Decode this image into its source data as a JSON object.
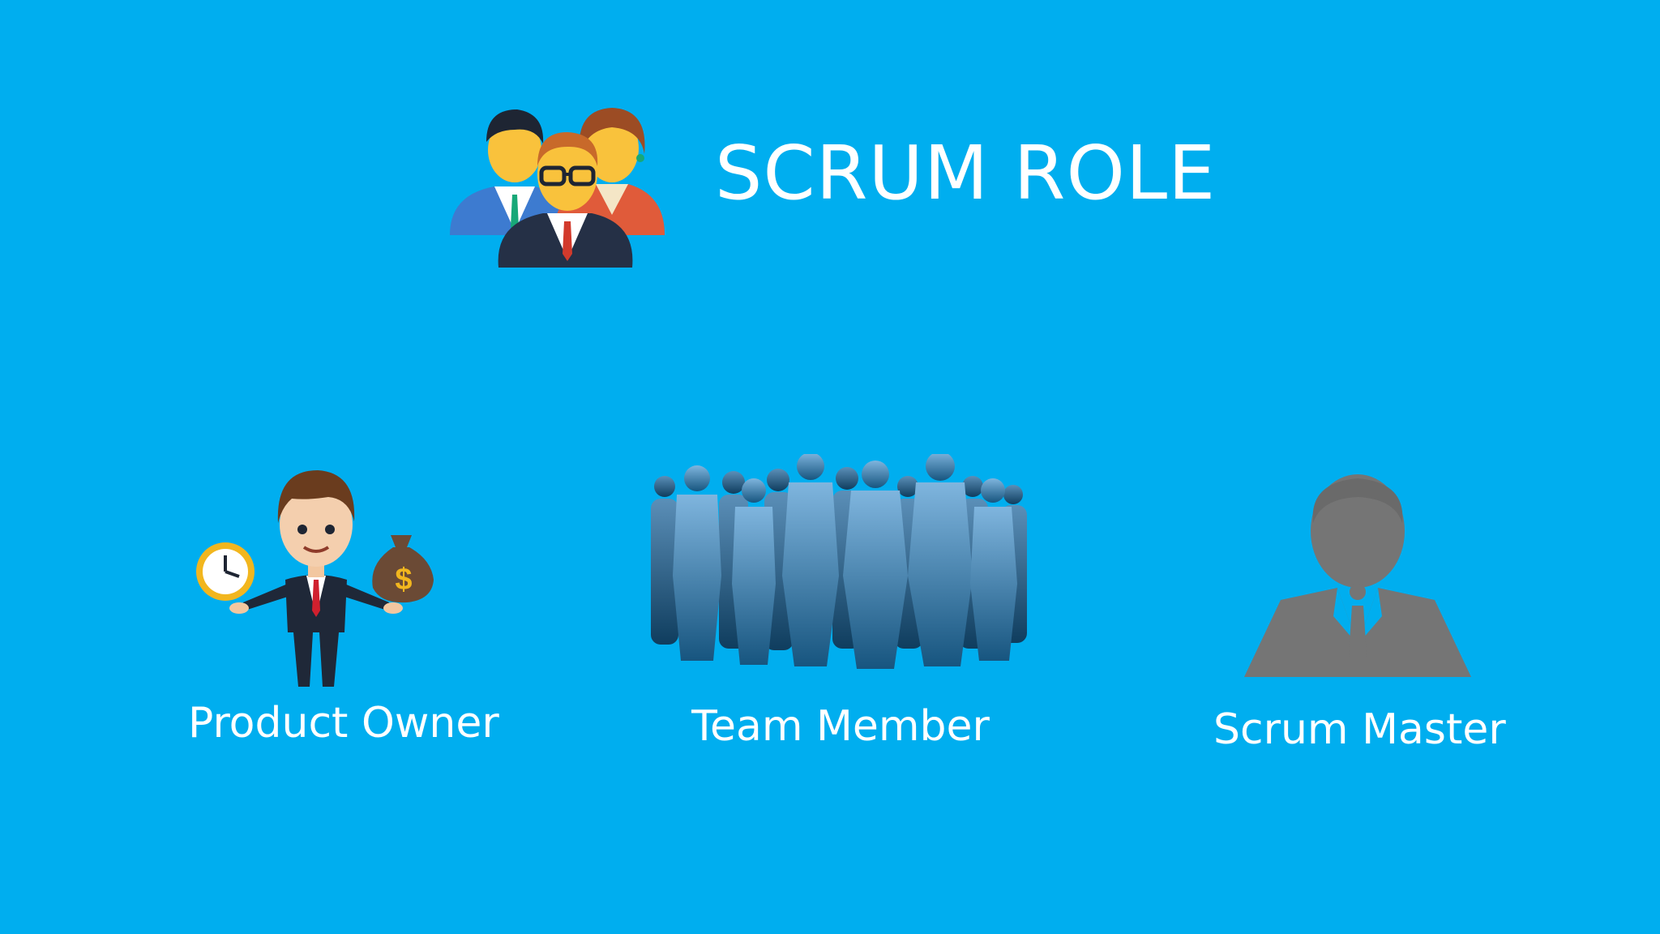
{
  "slide": {
    "title": "SCRUM ROLE",
    "background_color": "#00AEEF",
    "title_icon": "team-group-icon",
    "roles": [
      {
        "label": "Product Owner",
        "icon": "product-owner-businessman-icon"
      },
      {
        "label": "Team Member",
        "icon": "team-crowd-silhouette-icon"
      },
      {
        "label": "Scrum Master",
        "icon": "scrum-master-person-icon"
      }
    ]
  }
}
